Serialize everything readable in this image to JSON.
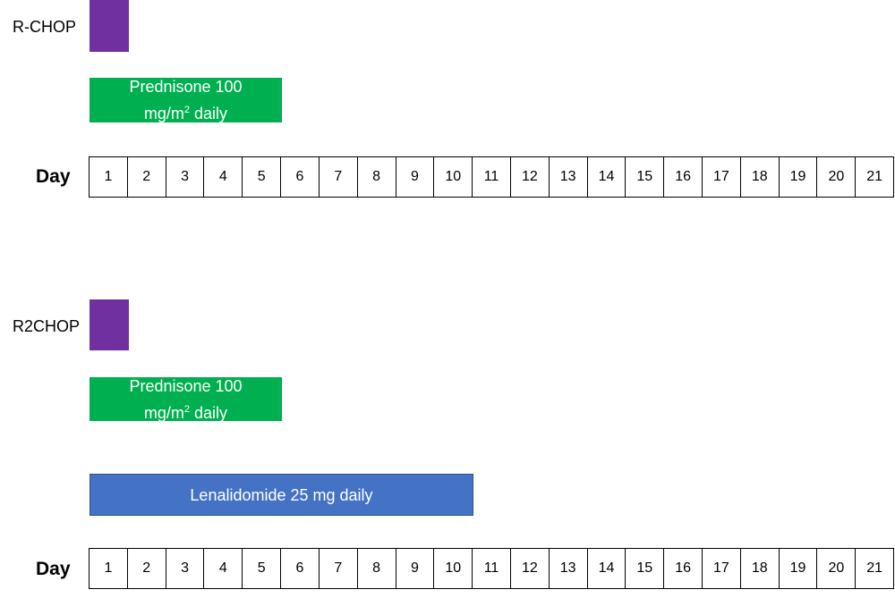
{
  "colors": {
    "purple": "#7030a0",
    "green": "#00b050",
    "blue": "#4472c4"
  },
  "regimen1": {
    "label": "R-CHOP",
    "prednisone": {
      "line1": "Prednisone 100",
      "line2a": "mg/m",
      "sup": "2",
      "line2b": " daily"
    },
    "day_label": "Day"
  },
  "regimen2": {
    "label": "R2CHOP",
    "prednisone": {
      "line1": "Prednisone 100",
      "line2a": "mg/m",
      "sup": "2",
      "line2b": " daily"
    },
    "lenalidomide": "Lenalidomide 25 mg daily",
    "day_label": "Day"
  },
  "days": [
    "1",
    "2",
    "3",
    "4",
    "5",
    "6",
    "7",
    "8",
    "9",
    "10",
    "11",
    "12",
    "13",
    "14",
    "15",
    "16",
    "17",
    "18",
    "19",
    "20",
    "21"
  ]
}
